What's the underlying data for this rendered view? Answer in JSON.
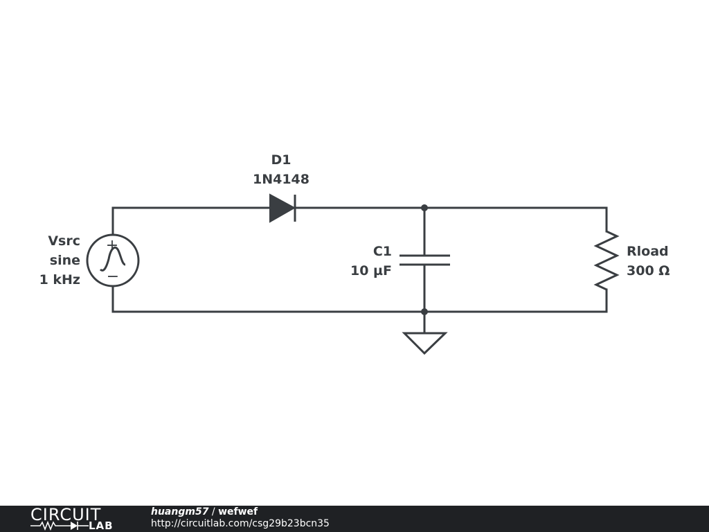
{
  "components": {
    "source": {
      "name": "Vsrc",
      "type": "sine",
      "frequency": "1 kHz"
    },
    "diode": {
      "name": "D1",
      "part": "1N4148"
    },
    "capacitor": {
      "name": "C1",
      "value": "10 µF"
    },
    "resistor": {
      "name": "Rload",
      "value": "300 Ω"
    }
  },
  "source_polarity": {
    "plus": "+",
    "minus": "−"
  },
  "footer": {
    "logo_top": "CIRCUIT",
    "logo_bottom": "LAB",
    "user": "huangm57",
    "separator": " / ",
    "title": "wefwef",
    "url": "http://circuitlab.com/csg29b23bcn35"
  },
  "colors": {
    "ink": "#3a3e42",
    "background": "#ffffff",
    "footer_background": "#1f2124",
    "footer_text": "#ffffff"
  }
}
